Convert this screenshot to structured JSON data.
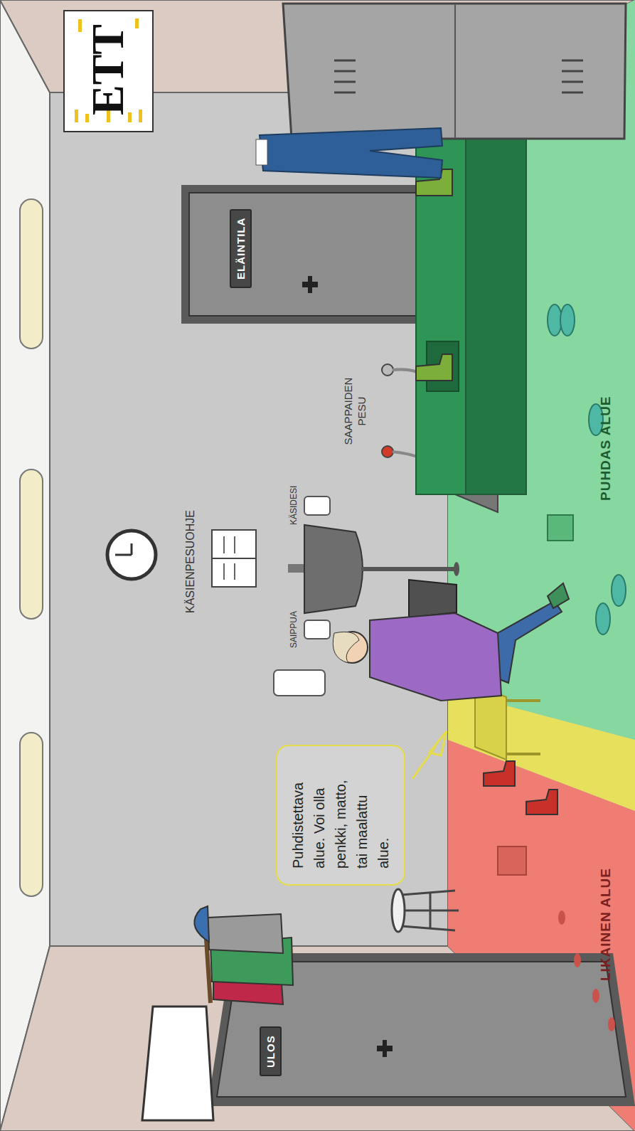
{
  "diagram": {
    "nodes": [
      {
        "text": [
          "ULOS"
        ]
      },
      {
        "text": [
          "LIKAINEN ALUE"
        ]
      },
      {
        "text": [
          "Puhdistettava alue. Voi olla penkki, matto, tai maalattu alue."
        ]
      },
      {
        "text": [
          "ELÄINTILA"
        ]
      },
      {
        "text": [
          "PUHDAS ALUE"
        ]
      }
    ],
    "labels": [
      "KÄSIENPESUOHJE",
      "SAIPPUA",
      "KÄSIDESI",
      "SAAPPAIDEN PESU",
      "ETT"
    ]
  }
}
